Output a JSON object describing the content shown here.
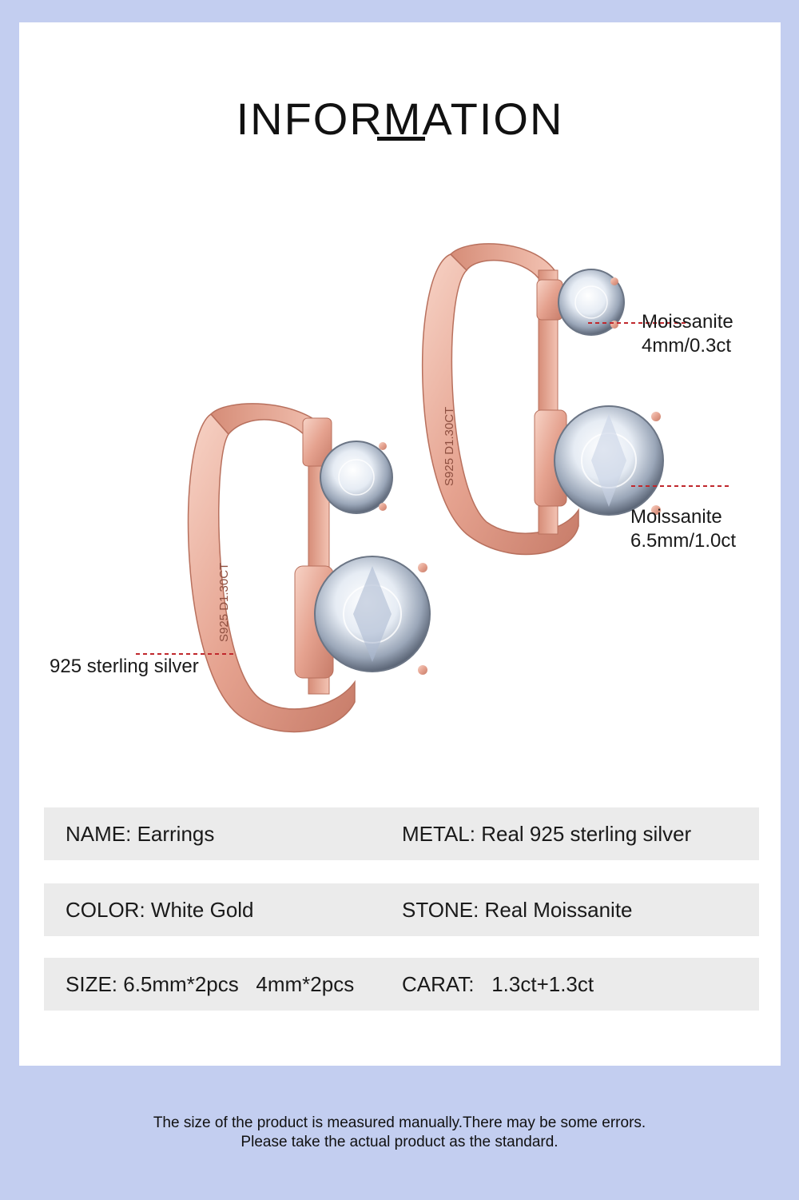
{
  "header": {
    "title": "INFORMATION"
  },
  "callouts": {
    "small_stone": {
      "line1": "Moissanite",
      "line2": "4mm/0.3ct"
    },
    "large_stone": {
      "line1": "Moissanite",
      "line2": "6.5mm/1.0ct"
    },
    "material": {
      "text": "925 sterling silver"
    }
  },
  "engraving": {
    "text": "S925 D1.30CT"
  },
  "specs": [
    {
      "left": "NAME: Earrings",
      "right": "METAL: Real 925 sterling silver"
    },
    {
      "left": "COLOR: White Gold",
      "right": "STONE: Real Moissanite"
    },
    {
      "left": "SIZE: 6.5mm*2pcs   4mm*2pcs",
      "right": "CARAT:   1.3ct+1.3ct"
    }
  ],
  "footer": {
    "line1": "The size of the product is measured manually.There may be some errors.",
    "line2": "Please take the actual product as the standard."
  },
  "colors": {
    "background": "#c3cef0",
    "card": "#ffffff",
    "spec_row": "#ebebeb",
    "rose_gold": "#e8a996",
    "dash_red": "#c0282d"
  }
}
